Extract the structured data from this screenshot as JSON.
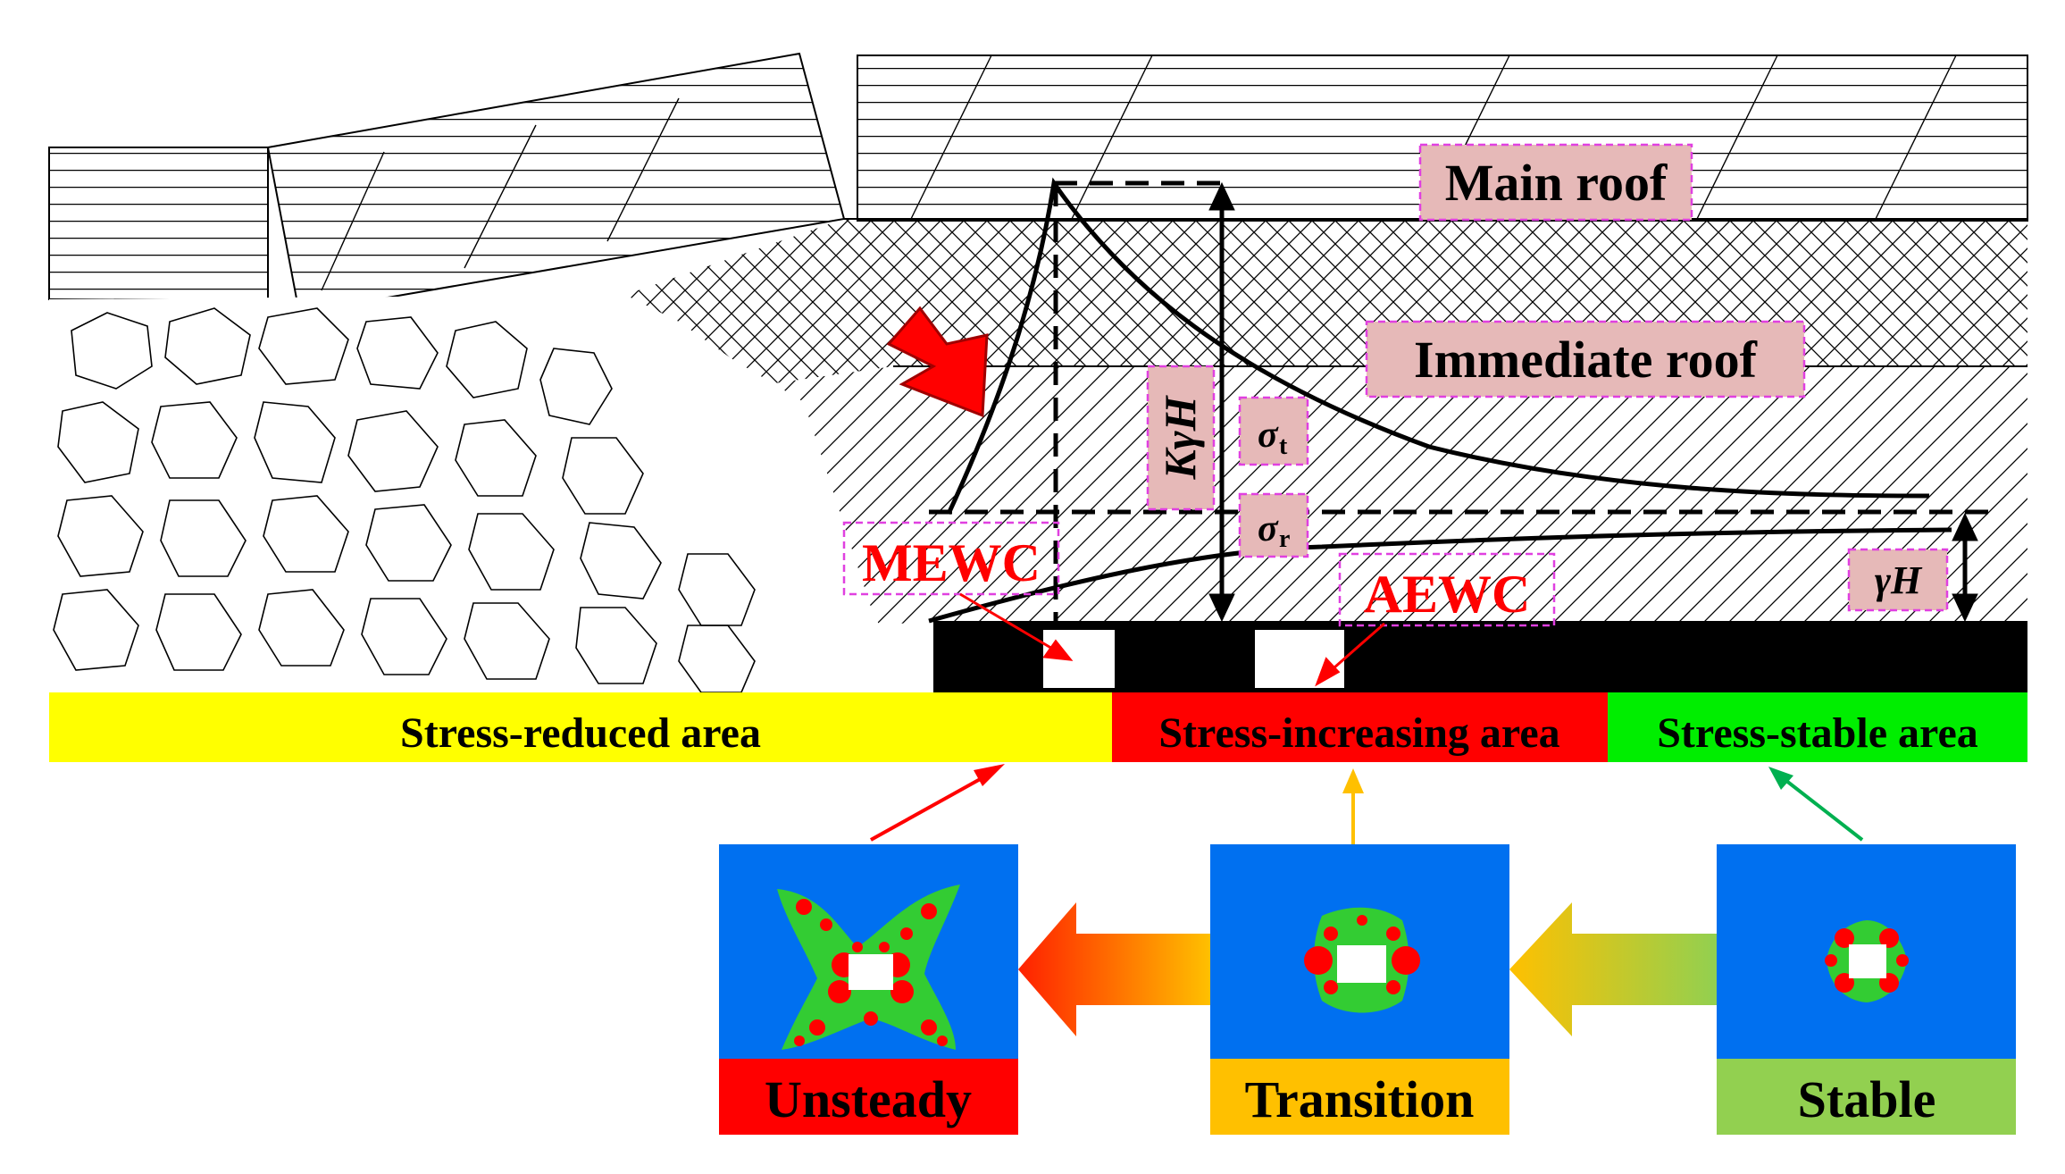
{
  "labels": {
    "main_roof": "Main roof",
    "immediate_roof": "Immediate roof",
    "k_gamma_h": "KγH",
    "sigma_t": "σ",
    "sigma_t_sub": "t",
    "sigma_r": "σ",
    "sigma_r_sub": "r",
    "gamma_h": "γH",
    "mewc": "MEWC",
    "aewc": "AEWC"
  },
  "areas": [
    {
      "label": "Stress-reduced area",
      "color": "#ffff00",
      "text_color": "#000000"
    },
    {
      "label": "Stress-increasing area",
      "color": "#ff0000",
      "text_color": "#000000"
    },
    {
      "label": "Stress-stable area",
      "color": "#00ee00",
      "text_color": "#000000"
    }
  ],
  "states": [
    {
      "label": "Unsteady",
      "color": "#ff0000"
    },
    {
      "label": "Transition",
      "color": "#ffc000"
    },
    {
      "label": "Stable",
      "color": "#92d050"
    }
  ],
  "colors": {
    "label_box": "#e6b9b8",
    "label_border": "#e040e0",
    "panel_blue": "#0070f0",
    "plastic_green": "#33cc33",
    "plastic_red": "#ff0000",
    "arrow_red": "#ff0000",
    "arrow_orange": "#ffc000",
    "arrow_green": "#00b050"
  }
}
